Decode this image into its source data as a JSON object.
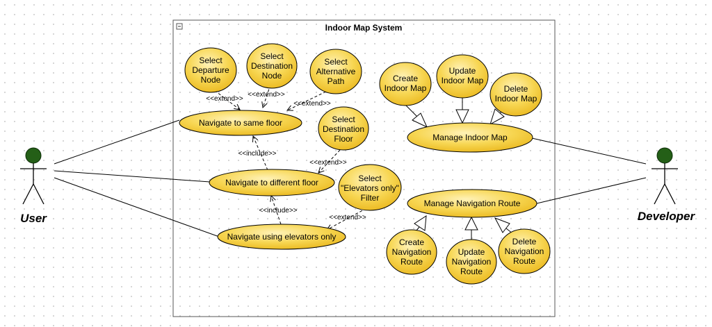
{
  "system": {
    "title": "Indoor Map System"
  },
  "actors": {
    "user": "User",
    "developer": "Developer"
  },
  "use_cases": {
    "select_departure": [
      "Select",
      "Departure",
      "Node"
    ],
    "select_destination_node": [
      "Select",
      "Destination",
      "Node"
    ],
    "select_alternative": [
      "Select",
      "Alternative",
      "Path"
    ],
    "nav_same_floor": [
      "Navigate to same floor"
    ],
    "select_destination_floor": [
      "Select",
      "Destination",
      "Floor"
    ],
    "nav_diff_floor": [
      "Navigate to different floor"
    ],
    "select_elevators": [
      "Select",
      "\"Elevators only\"",
      "Filter"
    ],
    "nav_elevators": [
      "Navigate using elevators only"
    ],
    "create_map": [
      "Create",
      "Indoor Map"
    ],
    "update_map": [
      "Update",
      "Indoor Map"
    ],
    "delete_map": [
      "Delete",
      "Indoor Map"
    ],
    "manage_map": [
      "Manage Indoor Map"
    ],
    "manage_route": [
      "Manage Navigation Route"
    ],
    "create_route": [
      "Create",
      "Navigation",
      "Route"
    ],
    "update_route": [
      "Update",
      "Navigation",
      "Route"
    ],
    "delete_route": [
      "Delete",
      "Navigation",
      "Route"
    ]
  },
  "stereotypes": {
    "extend": "<<extend>>",
    "include": "<<include>>"
  },
  "colors": {
    "usecase_fill_light": "#fbe89a",
    "usecase_fill_dark": "#f2c531",
    "usecase_stroke": "#000000",
    "actor_head": "#1e5a14"
  }
}
